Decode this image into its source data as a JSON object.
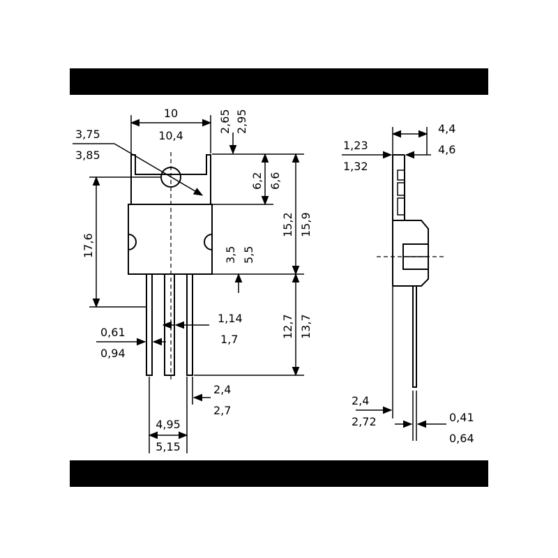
{
  "drawing": {
    "front_view": {
      "tab_width": [
        "10",
        "10,4"
      ],
      "tab_thickness": [
        "2,65",
        "2,95"
      ],
      "hole_diameter": [
        "3,75",
        "3,85"
      ],
      "hole_to_top": [
        "6,2",
        "6,6"
      ],
      "body_height": [
        "15,2",
        "15,9"
      ],
      "hole_to_body_bottom": "17,6",
      "body_step": [
        "3,5",
        "5,5"
      ],
      "lead_length": [
        "12,7",
        "13,7"
      ],
      "lead_width_wide": [
        "1,14",
        "1,7"
      ],
      "lead_width_narrow": [
        "0,61",
        "0,94"
      ],
      "lead_pitch": [
        "2,4",
        "2,7"
      ],
      "lead_span": [
        "4,95",
        "5,15"
      ]
    },
    "side_view": {
      "overall_thickness": [
        "4,4",
        "4,6"
      ],
      "tab_thickness": [
        "1,23",
        "1,32"
      ],
      "lead_offset": [
        "2,4",
        "2,72"
      ],
      "lead_thickness": [
        "0,41",
        "0,64"
      ]
    }
  }
}
